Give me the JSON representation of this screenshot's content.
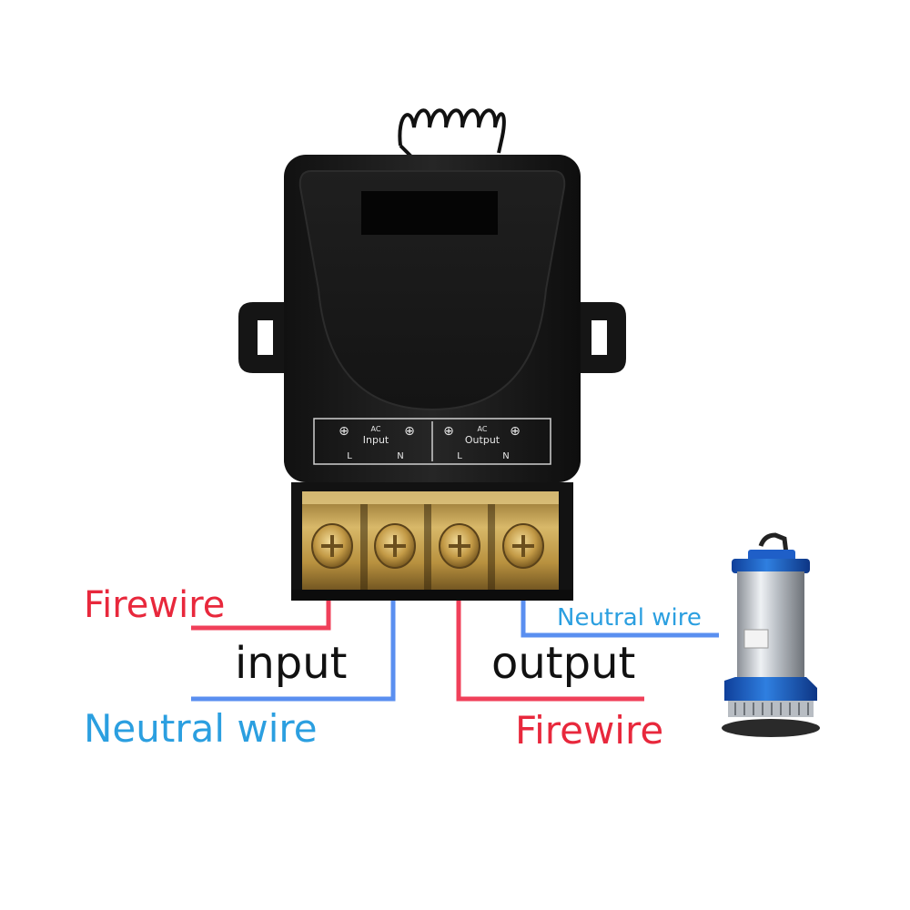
{
  "device": {
    "panel": {
      "terminal_symbol": "⊕",
      "input_group": {
        "ac": "AC",
        "name": "Input",
        "left": "L",
        "right": "N"
      },
      "output_group": {
        "ac": "AC",
        "name": "Output",
        "left": "L",
        "right": "N"
      }
    }
  },
  "labels": {
    "input_firewire": "Firewire",
    "input_title": "input",
    "input_neutral": "Neutral wire",
    "output_neutral": "Neutral wire",
    "output_title": "output",
    "output_firewire": "Firewire"
  },
  "colors": {
    "fire": "#e8283c",
    "neutral": "#2b9fe0",
    "wire_red": "#f0405a",
    "wire_blue": "#5a8ff0",
    "housing": "#1b1b1b",
    "terminal_brass": "#c9a64a"
  },
  "icons": {
    "antenna": "coiled-antenna-icon",
    "pump": "submersible-pump-icon"
  }
}
